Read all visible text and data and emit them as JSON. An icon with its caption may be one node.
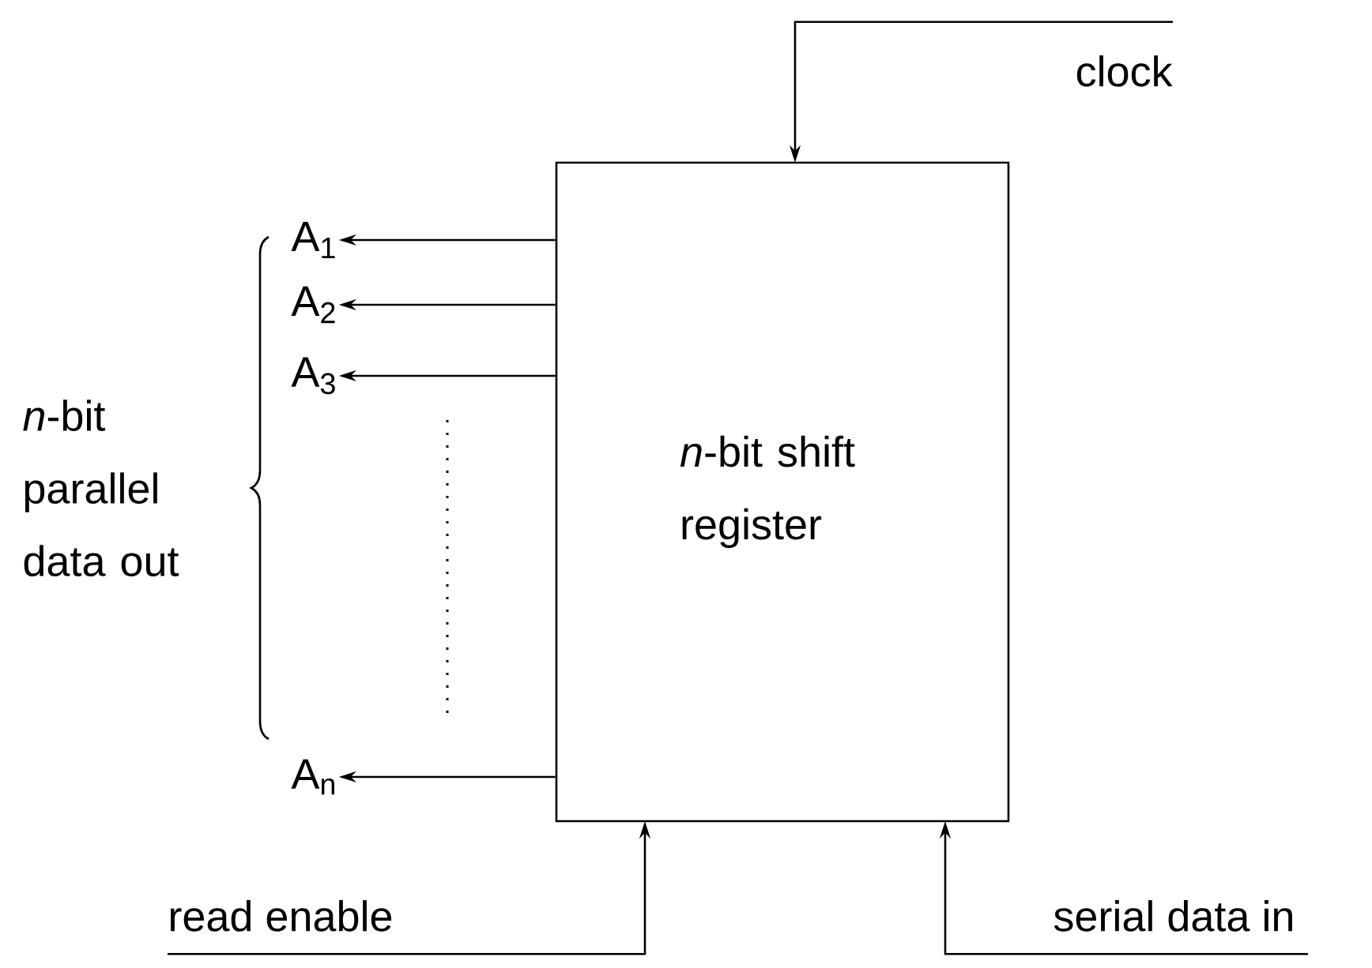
{
  "diagram": {
    "nodes": [
      {
        "text": [
          "*n*-bit shift register"
        ]
      },
      {
        "text": [
          "clock"
        ]
      },
      {
        "text": [
          "A$_{1}$"
        ]
      },
      {
        "text": [
          "A$_{2}$"
        ]
      },
      {
        "text": [
          "A$_{3}$"
        ]
      },
      {
        "text": [
          "A$_{n}$"
        ]
      },
      {
        "text": [
          "read enable"
        ]
      },
      {
        "text": [
          "serial data in"
        ]
      }
    ],
    "edges": [
      {
        "from": 1,
        "to": 0,
        "arrow": "to"
      },
      {
        "from": 0,
        "to": 2,
        "arrow": "to"
      },
      {
        "from": 0,
        "to": 3,
        "arrow": "to"
      },
      {
        "from": 0,
        "to": 4,
        "arrow": "to"
      },
      {
        "from": 0,
        "to": 5,
        "arrow": "to"
      },
      {
        "from": 6,
        "to": 0,
        "arrow": "to"
      },
      {
        "from": 7,
        "to": 0,
        "arrow": "to"
      }
    ],
    "labels": [
      "*n*-bit parallel data out"
    ]
  }
}
